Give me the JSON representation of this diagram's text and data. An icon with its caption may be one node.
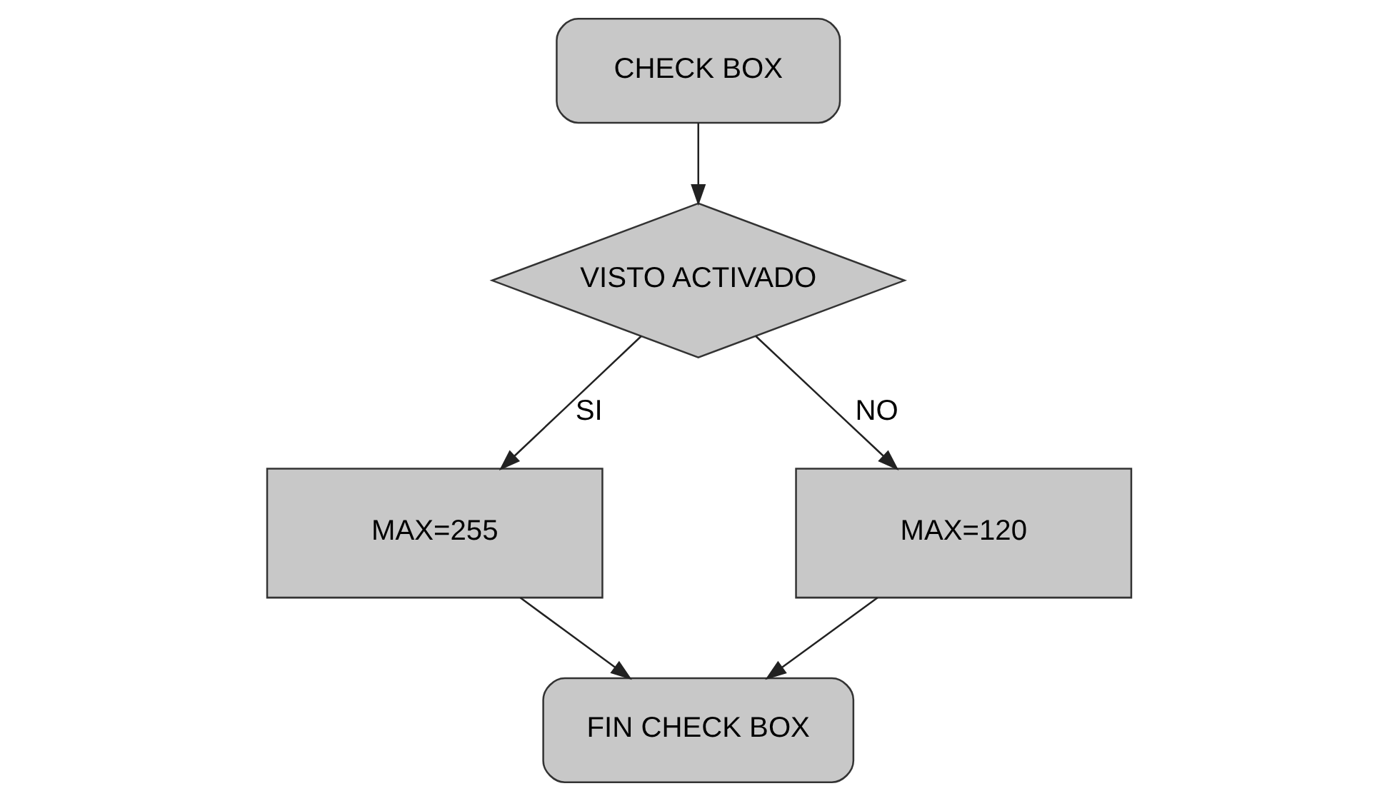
{
  "diagram": {
    "nodes": [
      {
        "text": [
          "CHECK BOX"
        ]
      },
      {
        "text": [
          "VISTO ACTIVADO"
        ]
      },
      {
        "text": [
          "MAX=255"
        ]
      },
      {
        "text": [
          "MAX=120"
        ]
      },
      {
        "text": [
          "FIN CHECK BOX"
        ]
      }
    ],
    "edges": [
      {
        "from": 0,
        "to": 1,
        "arrow": "to"
      },
      {
        "from": 1,
        "to": 2,
        "arrow": "to",
        "label": "SI"
      },
      {
        "from": 1,
        "to": 3,
        "arrow": "to",
        "label": "NO"
      },
      {
        "from": 2,
        "to": 4,
        "arrow": "to"
      },
      {
        "from": 3,
        "to": 4,
        "arrow": "to"
      }
    ]
  }
}
